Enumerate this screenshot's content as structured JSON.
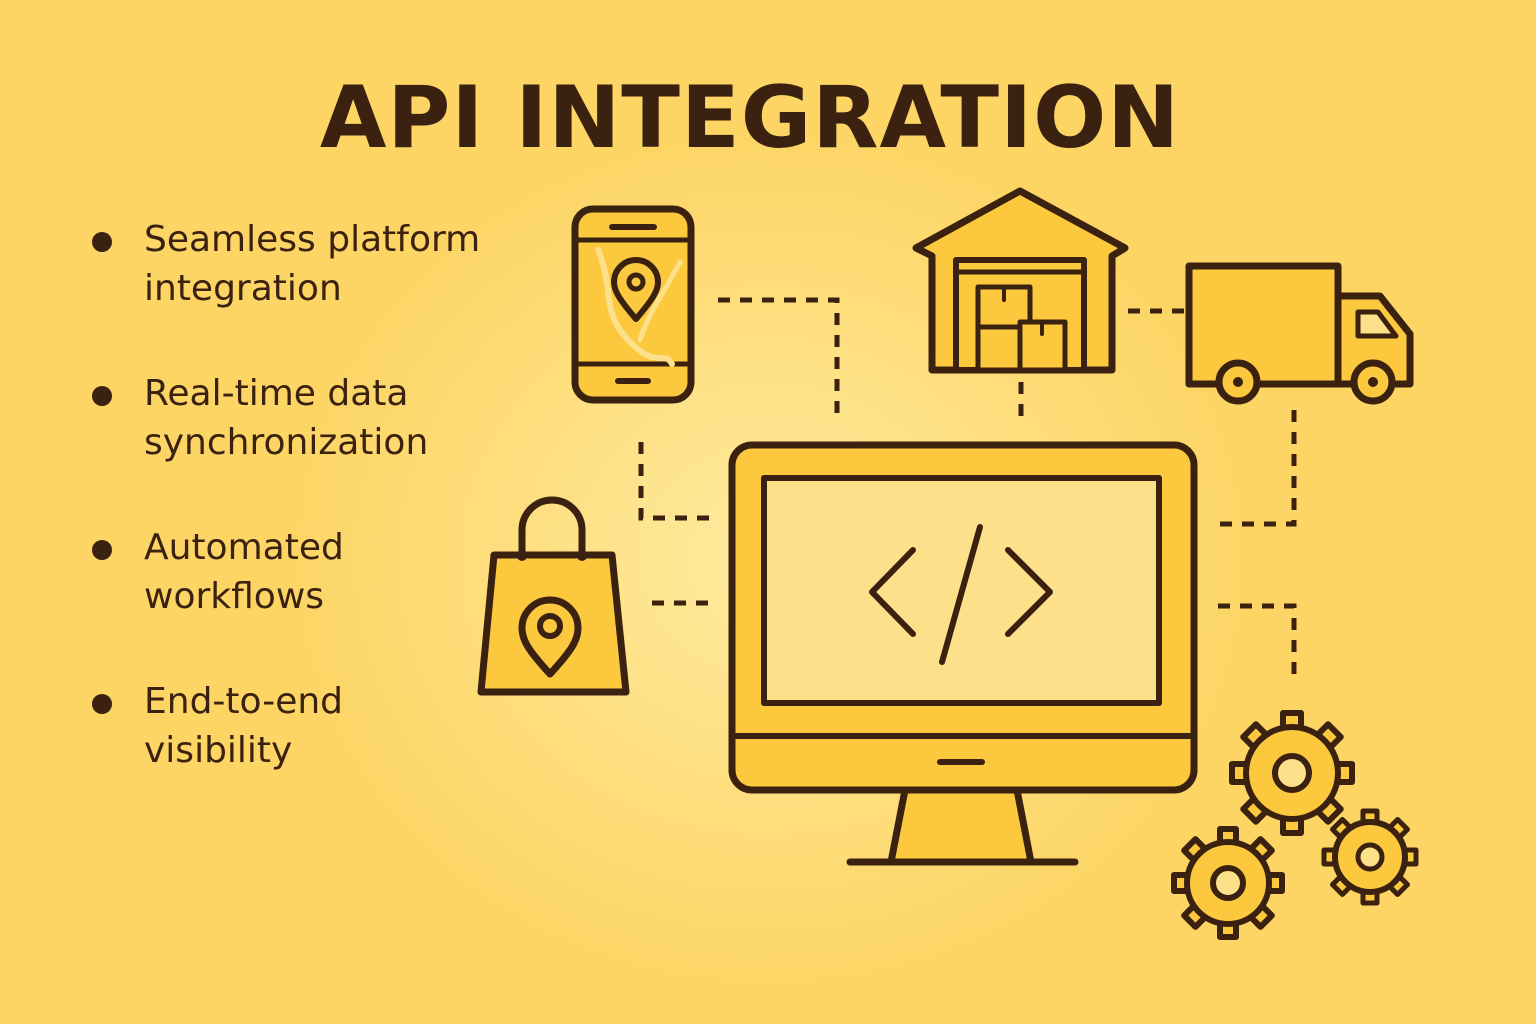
{
  "title": "API INTEGRATION",
  "bullets": [
    {
      "line1": "Seamless platform",
      "line2": "integration"
    },
    {
      "line1": "Real-time data",
      "line2": "synchronization"
    },
    {
      "line1": "Automated",
      "line2": "workflows"
    },
    {
      "line1": "End-to-end",
      "line2": "visibility"
    }
  ],
  "diagram": {
    "center_icon": "code-monitor-icon",
    "code_symbol": "</>",
    "nodes": [
      "smartphone-map-icon",
      "warehouse-icon",
      "delivery-truck-icon",
      "shopping-bag-location-icon",
      "gears-icon"
    ]
  },
  "colors": {
    "background": "#fcd565",
    "glow": "#ffeeaa",
    "icon_fill": "#fcc93e",
    "outline": "#3b2110",
    "text": "#3b2110"
  }
}
